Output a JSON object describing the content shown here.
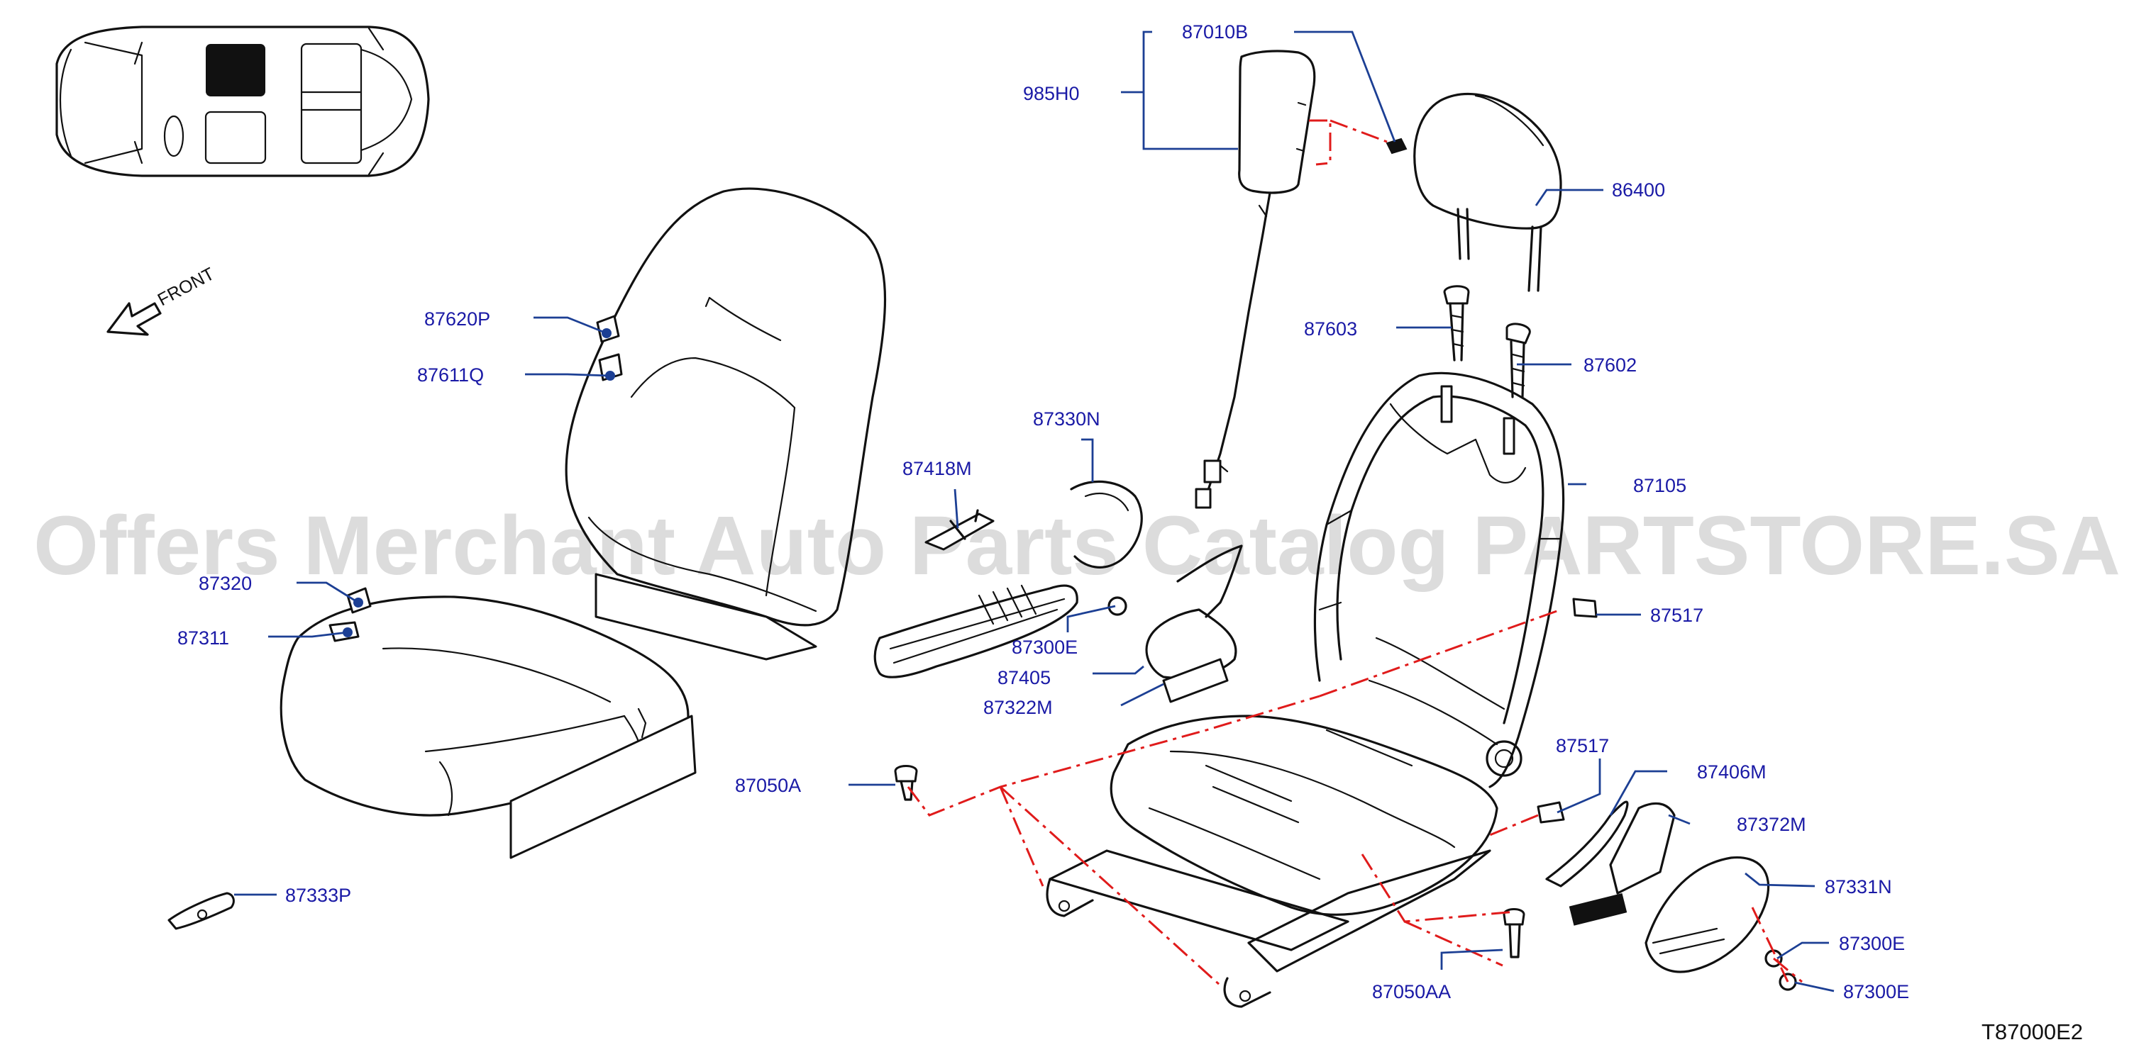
{
  "watermark": "Offers Merchant Auto Parts Catalog PARTSTORE.SA",
  "drawing_code": "T87000E2",
  "front_label": "FRONT",
  "icons": [
    "car-location-icon",
    "front-arrow-icon"
  ],
  "colors": {
    "label": "#1a1aa6",
    "leader": "#1c3f94",
    "reference_line": "#e01b1b",
    "drawing": "#111111"
  },
  "parts": [
    {
      "id": "87010B",
      "label": "87010B"
    },
    {
      "id": "985H0",
      "label": "985H0"
    },
    {
      "id": "86400",
      "label": "86400"
    },
    {
      "id": "87603",
      "label": "87603"
    },
    {
      "id": "87602",
      "label": "87602"
    },
    {
      "id": "87620P",
      "label": "87620P"
    },
    {
      "id": "87611Q",
      "label": "87611Q"
    },
    {
      "id": "87330N",
      "label": "87330N"
    },
    {
      "id": "87418M",
      "label": "87418M"
    },
    {
      "id": "87105",
      "label": "87105"
    },
    {
      "id": "87320",
      "label": "87320"
    },
    {
      "id": "87311",
      "label": "87311"
    },
    {
      "id": "87300E-a",
      "label": "87300E"
    },
    {
      "id": "87405",
      "label": "87405"
    },
    {
      "id": "87322M",
      "label": "87322M"
    },
    {
      "id": "87517-a",
      "label": "87517"
    },
    {
      "id": "87517-b",
      "label": "87517"
    },
    {
      "id": "87050A",
      "label": "87050A"
    },
    {
      "id": "87406M",
      "label": "87406M"
    },
    {
      "id": "87372M",
      "label": "87372M"
    },
    {
      "id": "87333P",
      "label": "87333P"
    },
    {
      "id": "87331N",
      "label": "87331N"
    },
    {
      "id": "87300E-b",
      "label": "87300E"
    },
    {
      "id": "87300E-c",
      "label": "87300E"
    },
    {
      "id": "87050AA",
      "label": "87050AA"
    }
  ]
}
